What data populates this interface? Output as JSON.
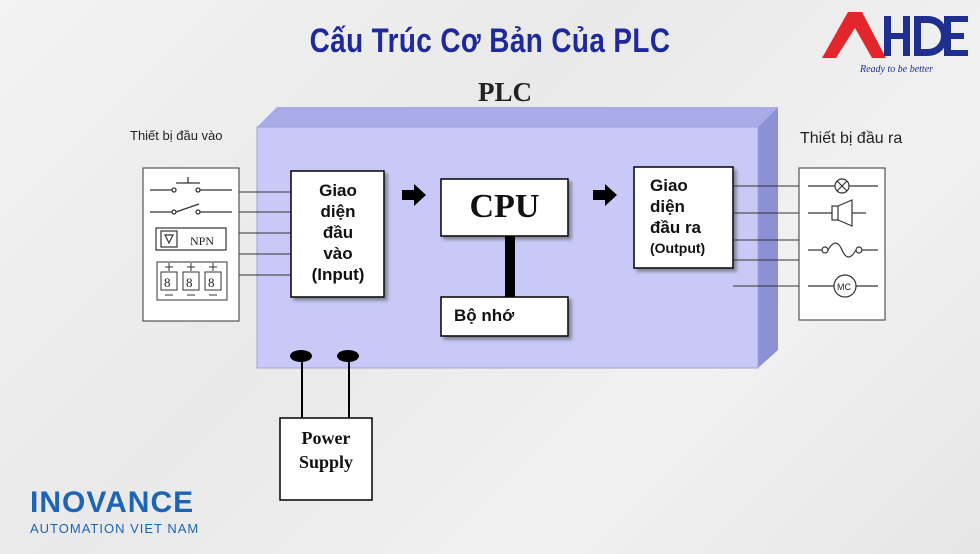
{
  "title": "Cấu Trúc Cơ Bản Của PLC",
  "plc_label": "PLC",
  "input_devices_label": "Thiết bị đầu vào",
  "output_devices_label": "Thiết bị đầu ra",
  "input_interface": [
    "Giao",
    "diện",
    "đầu",
    "vào",
    "(Input)"
  ],
  "cpu_label": "CPU",
  "output_interface": [
    "Giao",
    "diện",
    "đầu ra",
    "(Output)"
  ],
  "memory_label": "Bộ nhớ",
  "power_supply": [
    "Power",
    "Supply"
  ],
  "npn_label": "NPN",
  "mc_label": "MC",
  "brand": {
    "ahde_tagline": "Ready to be better",
    "inovance": "INOVANCE",
    "inovance_sub": "AUTOMATION VIET NAM"
  },
  "colors": {
    "title": "#1e2a9c",
    "plc_body": "#c8c9f7",
    "ahde_red": "#e3262b",
    "ahde_blue": "#1f2f8f",
    "inovance": "#1d64b4"
  }
}
